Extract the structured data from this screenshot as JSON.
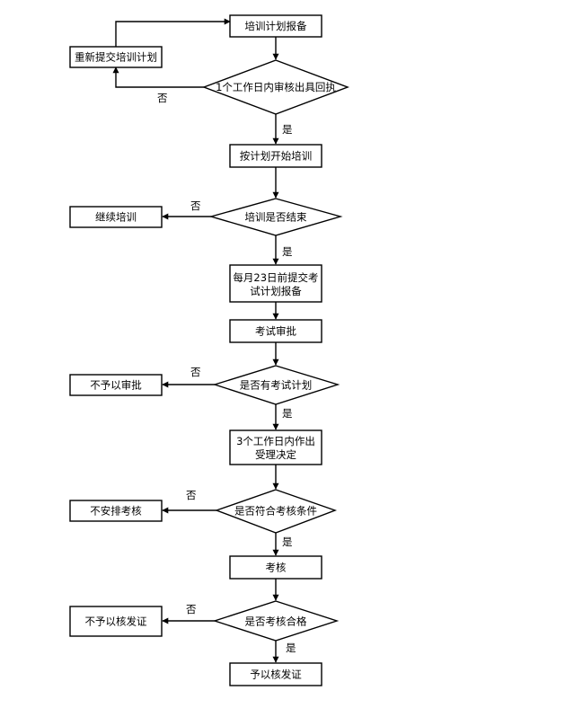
{
  "nodes": {
    "n1": "培训计划报备",
    "n2": "1个工作日内审核出具回执",
    "n3": "重新提交培训计划",
    "n4": "按计划开始培训",
    "n5": "培训是否结束",
    "n6": "继续培训",
    "n7": [
      "每月23日前提交考",
      "试计划报备"
    ],
    "n8": "考试审批",
    "n9": "是否有考试计划",
    "n10": "不予以审批",
    "n11": [
      "3个工作日内作出",
      "受理决定"
    ],
    "n12": "是否符合考核条件",
    "n13": "不安排考核",
    "n14": "考核",
    "n15": "是否考核合格",
    "n16": "不予以核发证",
    "n17": "予以核发证"
  },
  "edge_labels": {
    "yes": "是",
    "no": "否"
  }
}
